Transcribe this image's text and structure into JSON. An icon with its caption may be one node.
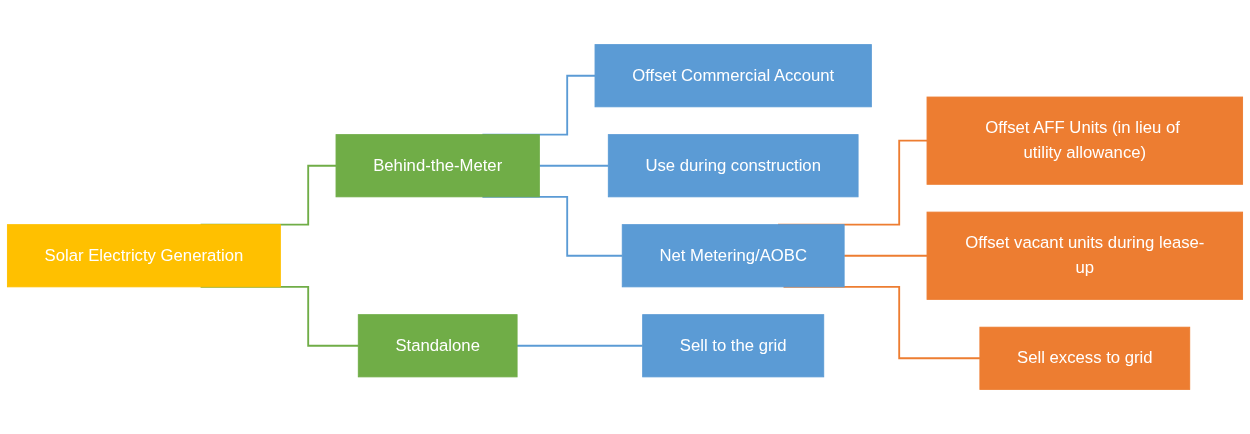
{
  "diagram": {
    "nodes": [
      {
        "text": [
          "Solar Electricty Generation"
        ]
      },
      {
        "text": [
          "Behind-the-Meter"
        ]
      },
      {
        "text": [
          "Standalone"
        ]
      },
      {
        "text": [
          "Offset Commercial Account"
        ]
      },
      {
        "text": [
          "Use during construction"
        ]
      },
      {
        "text": [
          "Net Metering/AOBC"
        ]
      },
      {
        "text": [
          "Sell to the grid"
        ]
      },
      {
        "text": [
          "Offset AFF Units (in lieu of utility allowance)"
        ]
      },
      {
        "text": [
          "Offset vacant units during lease-up"
        ]
      },
      {
        "text": [
          "Sell excess to grid"
        ]
      }
    ],
    "edges": [
      {
        "from": 0,
        "to": 1,
        "arrow": "none",
        "color": "#70ad47"
      },
      {
        "from": 0,
        "to": 2,
        "arrow": "none",
        "color": "#70ad47"
      },
      {
        "from": 1,
        "to": 3,
        "arrow": "none",
        "color": "#5b9bd5"
      },
      {
        "from": 1,
        "to": 4,
        "arrow": "none",
        "color": "#5b9bd5"
      },
      {
        "from": 1,
        "to": 5,
        "arrow": "none",
        "color": "#5b9bd5"
      },
      {
        "from": 2,
        "to": 6,
        "arrow": "none",
        "color": "#5b9bd5"
      },
      {
        "from": 5,
        "to": 7,
        "arrow": "none",
        "color": "#ed7d31"
      },
      {
        "from": 5,
        "to": 8,
        "arrow": "none",
        "color": "#ed7d31"
      },
      {
        "from": 5,
        "to": 9,
        "arrow": "none",
        "color": "#ed7d31"
      }
    ]
  }
}
